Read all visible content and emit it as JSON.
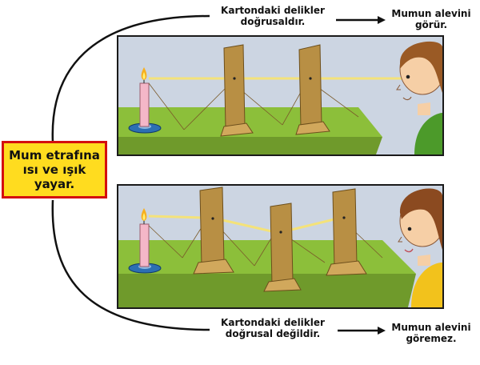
{
  "center_box": {
    "line1": "Mum etrafına",
    "line2": "ısı ve ışık",
    "line3": "yayar."
  },
  "top": {
    "cause_line1": "Kartondaki delikler",
    "cause_line2": "doğrusaldır.",
    "result_line1": "Mumun alevini",
    "result_line2": "görür."
  },
  "bottom": {
    "cause_line1": "Kartondaki delikler",
    "cause_line2": "doğrusal değildir.",
    "result_line1": "Mumun alevini",
    "result_line2": "göremez."
  },
  "colors": {
    "box_fill": "#ffdc1f",
    "box_border": "#d40f0f",
    "table_green": "#8cbf3a",
    "panel_bg": "#ccd5e2",
    "cardboard": "#b88f44",
    "light_ray": "#f4e27a"
  }
}
